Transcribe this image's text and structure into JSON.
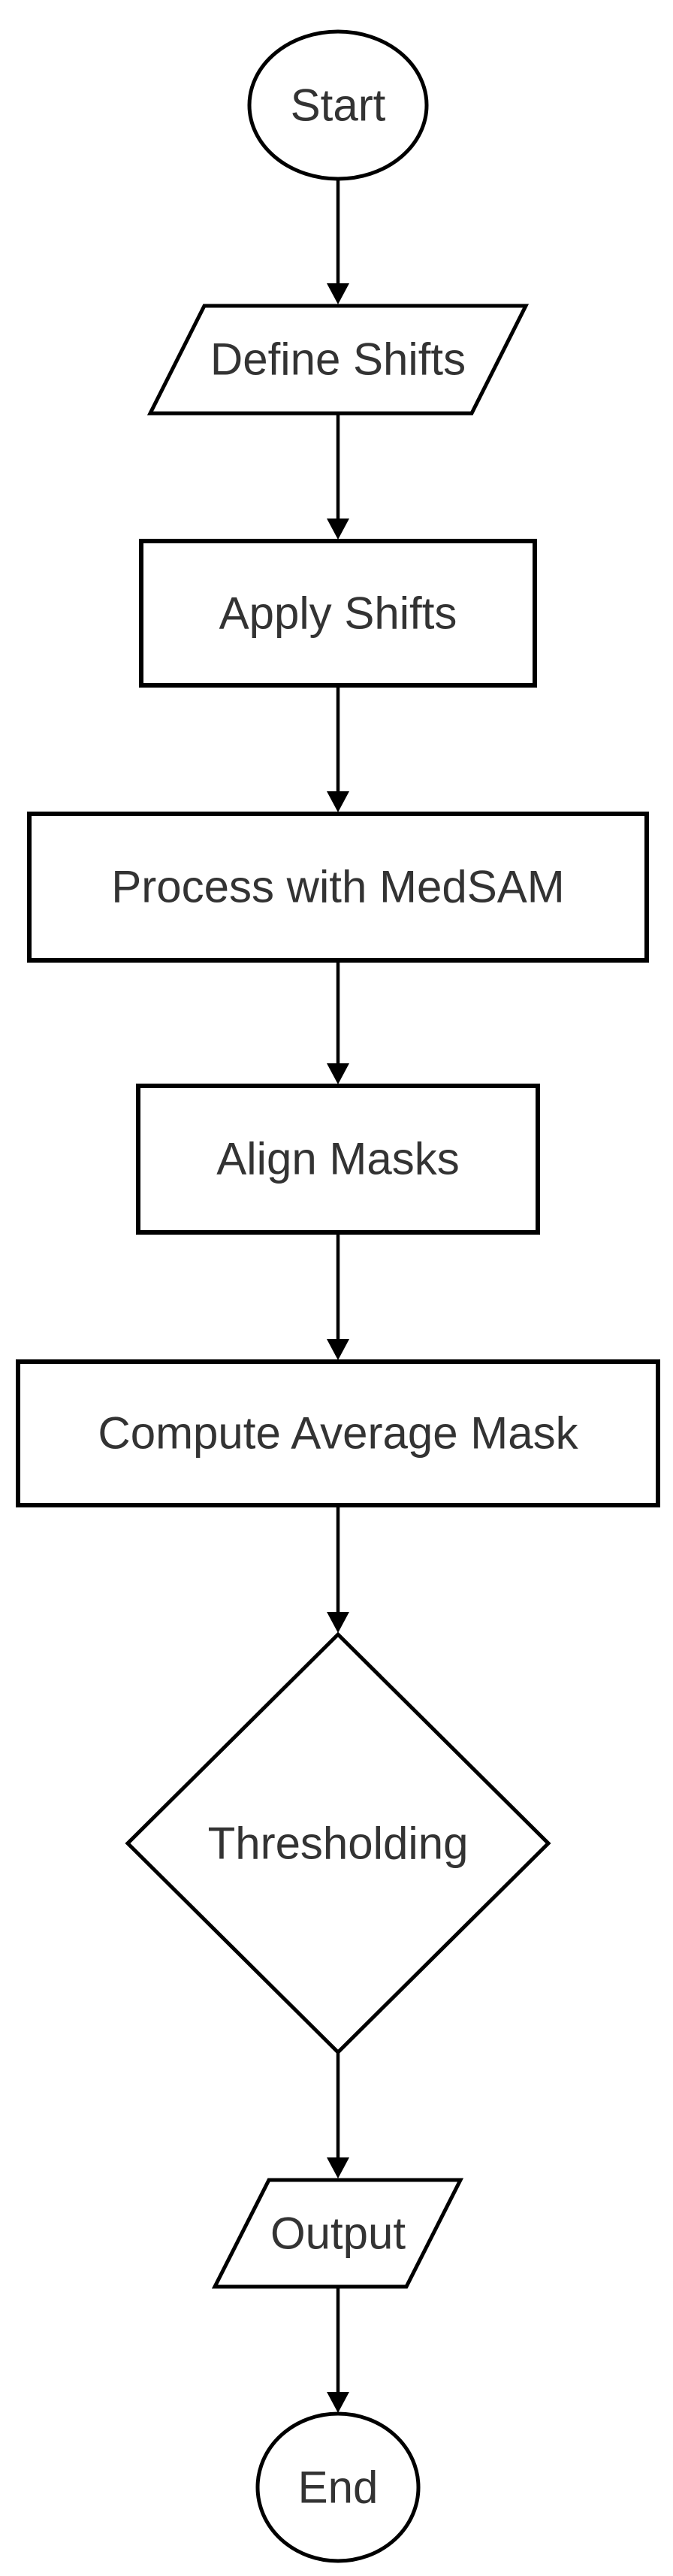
{
  "diagram": {
    "type": "flowchart",
    "background": "#ffffff",
    "stroke_color": "#000000",
    "text_color": "#333333",
    "nodes": [
      {
        "id": "start",
        "shape": "ellipse",
        "label": "Start"
      },
      {
        "id": "define-shifts",
        "shape": "parallelogram",
        "label": "Define Shifts"
      },
      {
        "id": "apply-shifts",
        "shape": "rectangle",
        "label": "Apply Shifts"
      },
      {
        "id": "process-with-medsam",
        "shape": "rectangle",
        "label": "Process with MedSAM"
      },
      {
        "id": "align-masks",
        "shape": "rectangle",
        "label": "Align Masks"
      },
      {
        "id": "compute-average-mask",
        "shape": "rectangle",
        "label": "Compute Average Mask"
      },
      {
        "id": "thresholding",
        "shape": "diamond",
        "label": "Thresholding"
      },
      {
        "id": "output",
        "shape": "parallelogram",
        "label": "Output"
      },
      {
        "id": "end",
        "shape": "ellipse",
        "label": "End"
      }
    ],
    "edges": [
      {
        "from": "start",
        "to": "define-shifts"
      },
      {
        "from": "define-shifts",
        "to": "apply-shifts"
      },
      {
        "from": "apply-shifts",
        "to": "process-with-medsam"
      },
      {
        "from": "process-with-medsam",
        "to": "align-masks"
      },
      {
        "from": "align-masks",
        "to": "compute-average-mask"
      },
      {
        "from": "compute-average-mask",
        "to": "thresholding"
      },
      {
        "from": "thresholding",
        "to": "output"
      },
      {
        "from": "output",
        "to": "end"
      }
    ]
  }
}
